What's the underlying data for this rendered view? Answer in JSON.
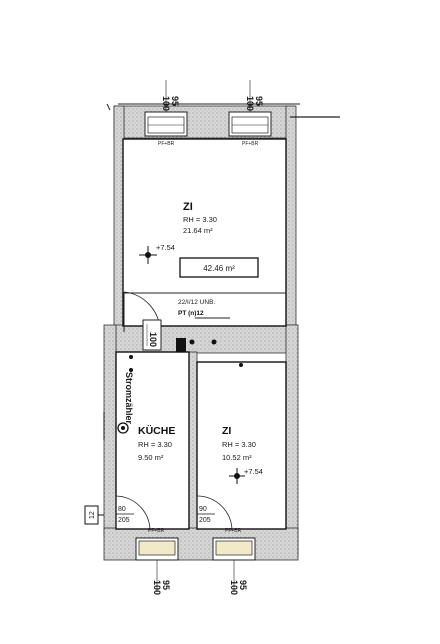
{
  "rooms": {
    "zi_main": {
      "name": "ZI",
      "height": "RH = 3.30",
      "area": "21.64 m²"
    },
    "kueche": {
      "name": "KÜCHE",
      "height": "RH = 3.30",
      "area": "9.50 m²"
    },
    "zi_small": {
      "name": "ZI",
      "height": "RH = 3.30",
      "area": "10.52 m²"
    }
  },
  "total_area": "42.46 m²",
  "level_marks": {
    "main": "+7.54",
    "small": "+7.54"
  },
  "door_notes": {
    "date": "22/I/12 UNB.",
    "type": "PT (n)12"
  },
  "doors": {
    "door_left_width": "80",
    "door_left_height": "205",
    "door_right_width": "90",
    "door_right_height": "205"
  },
  "window_dims": {
    "w1": "100",
    "h1": "95"
  },
  "window_labels": {
    "top_left": "PF+BR",
    "top_right": "PF+BR",
    "bottom_left": "PF+BR",
    "bottom_right": "PF+BR"
  },
  "side_labels": {
    "inner_door": "100",
    "kitchen_vertical": "Stromzähler"
  },
  "marker": {
    "number": "12"
  }
}
